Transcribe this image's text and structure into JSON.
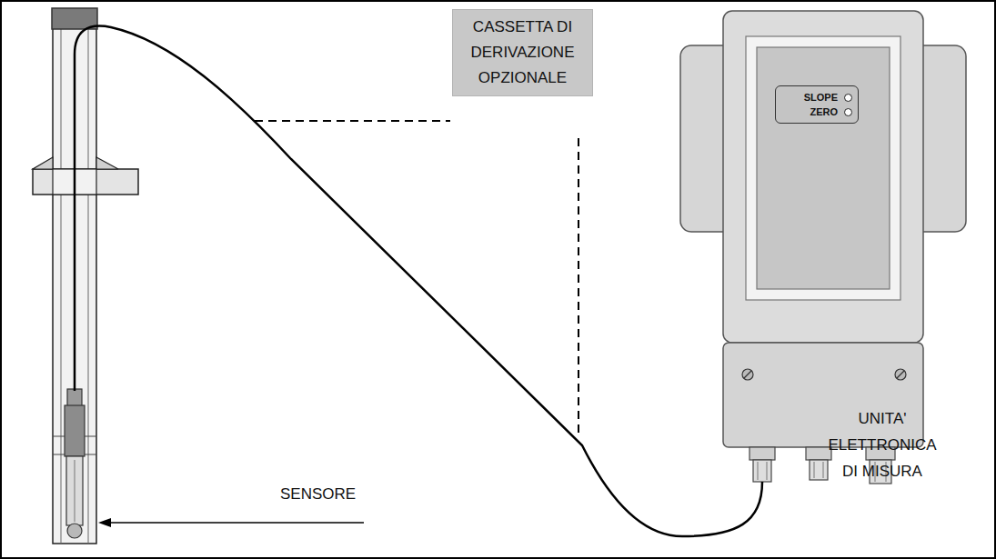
{
  "diagram": {
    "nodes": [
      {
        "text": [
          "CASSETTA DI DERIVAZIONE OPZIONALE"
        ]
      },
      {
        "text": [
          "SLOPE",
          "ZERO"
        ]
      }
    ],
    "labels": [
      "SENSORE",
      "UNITA' ELETTRONICA DI MISURA"
    ]
  }
}
